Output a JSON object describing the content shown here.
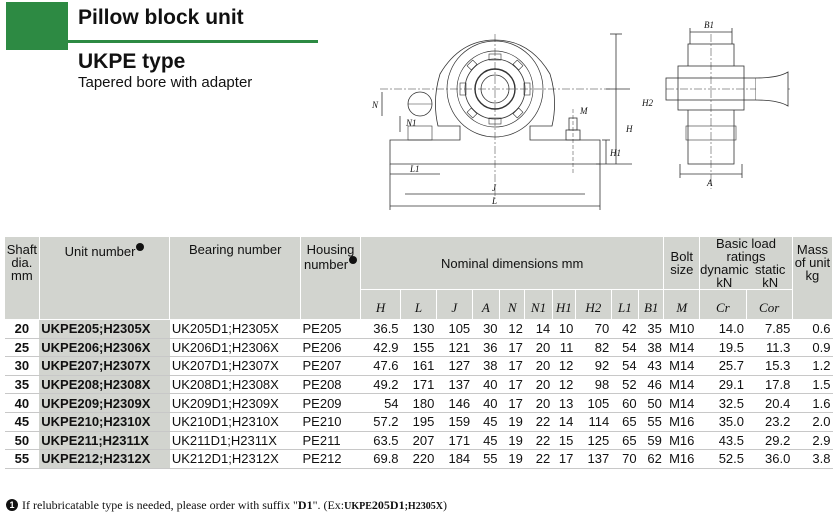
{
  "header": {
    "title": "Pillow block unit",
    "type_title": "UKPE type",
    "subtitle": "Tapered bore with adapter"
  },
  "drawing_labels": {
    "B1": "B1",
    "N": "N",
    "N1": "N1",
    "M": "M",
    "H": "H",
    "H1": "H1",
    "H2": "H2",
    "L1": "L1",
    "J": "J",
    "L": "L",
    "A": "A"
  },
  "table": {
    "head": {
      "shaft": "Shaft dia. mm",
      "unit": "Unit number",
      "bearing": "Bearing number",
      "housing": "Housing number",
      "nominal": "Nominal dimensions    mm",
      "bolt": "Bolt size",
      "basic_load": "Basic load ratings",
      "dynamic": "dynamic kN",
      "static": "static kN",
      "mass": "Mass of unit kg",
      "sym": [
        "H",
        "L",
        "J",
        "A",
        "N",
        "N1",
        "H1",
        "H2",
        "L1",
        "B1",
        "M",
        "Cr",
        "Cor"
      ]
    },
    "rows": [
      {
        "shaft": "20",
        "unit": "UKPE205;H2305X",
        "bearing": "UK205D1;H2305X",
        "housing": "PE205",
        "H": "36.5",
        "L": "130",
        "J": "105",
        "A": "30",
        "N": "12",
        "N1": "14",
        "H1": "10",
        "H2": "70",
        "L1": "42",
        "B1": "35",
        "M": "M10",
        "Cr": "14.0",
        "Cor": "7.85",
        "mass": "0.6"
      },
      {
        "shaft": "25",
        "unit": "UKPE206;H2306X",
        "bearing": "UK206D1;H2306X",
        "housing": "PE206",
        "H": "42.9",
        "L": "155",
        "J": "121",
        "A": "36",
        "N": "17",
        "N1": "20",
        "H1": "11",
        "H2": "82",
        "L1": "54",
        "B1": "38",
        "M": "M14",
        "Cr": "19.5",
        "Cor": "11.3",
        "mass": "0.9"
      },
      {
        "shaft": "30",
        "unit": "UKPE207;H2307X",
        "bearing": "UK207D1;H2307X",
        "housing": "PE207",
        "H": "47.6",
        "L": "161",
        "J": "127",
        "A": "38",
        "N": "17",
        "N1": "20",
        "H1": "12",
        "H2": "92",
        "L1": "54",
        "B1": "43",
        "M": "M14",
        "Cr": "25.7",
        "Cor": "15.3",
        "mass": "1.2"
      },
      {
        "shaft": "35",
        "unit": "UKPE208;H2308X",
        "bearing": "UK208D1;H2308X",
        "housing": "PE208",
        "H": "49.2",
        "L": "171",
        "J": "137",
        "A": "40",
        "N": "17",
        "N1": "20",
        "H1": "12",
        "H2": "98",
        "L1": "52",
        "B1": "46",
        "M": "M14",
        "Cr": "29.1",
        "Cor": "17.8",
        "mass": "1.5"
      },
      {
        "shaft": "40",
        "unit": "UKPE209;H2309X",
        "bearing": "UK209D1;H2309X",
        "housing": "PE209",
        "H": "54",
        "L": "180",
        "J": "146",
        "A": "40",
        "N": "17",
        "N1": "20",
        "H1": "13",
        "H2": "105",
        "L1": "60",
        "B1": "50",
        "M": "M14",
        "Cr": "32.5",
        "Cor": "20.4",
        "mass": "1.6"
      },
      {
        "shaft": "45",
        "unit": "UKPE210;H2310X",
        "bearing": "UK210D1;H2310X",
        "housing": "PE210",
        "H": "57.2",
        "L": "195",
        "J": "159",
        "A": "45",
        "N": "19",
        "N1": "22",
        "H1": "14",
        "H2": "114",
        "L1": "65",
        "B1": "55",
        "M": "M16",
        "Cr": "35.0",
        "Cor": "23.2",
        "mass": "2.0"
      },
      {
        "shaft": "50",
        "unit": "UKPE211;H2311X",
        "bearing": "UK211D1;H2311X",
        "housing": "PE211",
        "H": "63.5",
        "L": "207",
        "J": "171",
        "A": "45",
        "N": "19",
        "N1": "22",
        "H1": "15",
        "H2": "125",
        "L1": "65",
        "B1": "59",
        "M": "M16",
        "Cr": "43.5",
        "Cor": "29.2",
        "mass": "2.9"
      },
      {
        "shaft": "55",
        "unit": "UKPE212;H2312X",
        "bearing": "UK212D1;H2312X",
        "housing": "PE212",
        "H": "69.8",
        "L": "220",
        "J": "184",
        "A": "55",
        "N": "19",
        "N1": "22",
        "H1": "17",
        "H2": "137",
        "L1": "70",
        "B1": "62",
        "M": "M16",
        "Cr": "52.5",
        "Cor": "36.0",
        "mass": "3.8"
      }
    ]
  },
  "footnote": {
    "mark": "1",
    "text_before": "If relubricatable type is needed, please order with suffix \"",
    "suffix": "D1",
    "text_mid": "\". (Ex:",
    "example_a": "UKPE",
    "example_b": "205D1",
    "example_c": ";H2305X",
    "text_after": ")"
  },
  "colors": {
    "accent_green": "#2d8a43",
    "header_gray": "#d2d4cf"
  }
}
